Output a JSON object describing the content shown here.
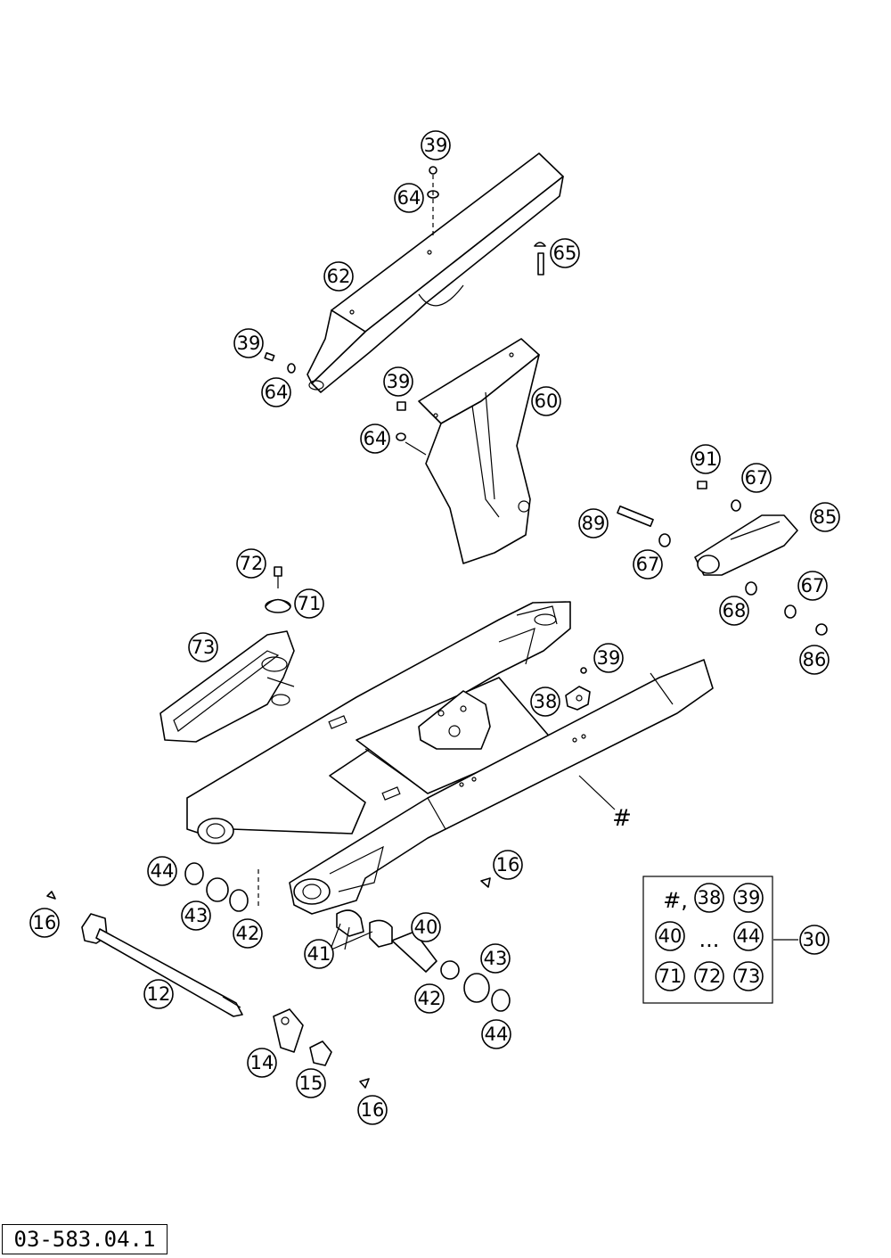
{
  "diagram_ref": "03-583.04.1",
  "swingarm_mark": "#",
  "kit": {
    "hash_label": "#,",
    "ellipsis": "...",
    "callout": "30",
    "items": [
      "38",
      "39",
      "40",
      "44",
      "71",
      "72",
      "73"
    ]
  },
  "callouts": [
    {
      "id": "c39-top",
      "label": "39"
    },
    {
      "id": "c64-top",
      "label": "64"
    },
    {
      "id": "c65",
      "label": "65"
    },
    {
      "id": "c62",
      "label": "62"
    },
    {
      "id": "c39-left",
      "label": "39"
    },
    {
      "id": "c64-left",
      "label": "64"
    },
    {
      "id": "c39-guard",
      "label": "39"
    },
    {
      "id": "c60",
      "label": "60"
    },
    {
      "id": "c64-guard",
      "label": "64"
    },
    {
      "id": "c91",
      "label": "91"
    },
    {
      "id": "c67-top",
      "label": "67"
    },
    {
      "id": "c89",
      "label": "89"
    },
    {
      "id": "c85",
      "label": "85"
    },
    {
      "id": "c67-mid",
      "label": "67"
    },
    {
      "id": "c67-right",
      "label": "67"
    },
    {
      "id": "c68",
      "label": "68"
    },
    {
      "id": "c86",
      "label": "86"
    },
    {
      "id": "c72",
      "label": "72"
    },
    {
      "id": "c71",
      "label": "71"
    },
    {
      "id": "c73",
      "label": "73"
    },
    {
      "id": "c39-arm",
      "label": "39"
    },
    {
      "id": "c38",
      "label": "38"
    },
    {
      "id": "c44-left",
      "label": "44"
    },
    {
      "id": "c43-left",
      "label": "43"
    },
    {
      "id": "c42-left",
      "label": "42"
    },
    {
      "id": "c16-left",
      "label": "16"
    },
    {
      "id": "c16-right",
      "label": "16"
    },
    {
      "id": "c40",
      "label": "40"
    },
    {
      "id": "c41",
      "label": "41"
    },
    {
      "id": "c43-right",
      "label": "43"
    },
    {
      "id": "c42-right",
      "label": "42"
    },
    {
      "id": "c44-right",
      "label": "44"
    },
    {
      "id": "c12",
      "label": "12"
    },
    {
      "id": "c14",
      "label": "14"
    },
    {
      "id": "c15",
      "label": "15"
    },
    {
      "id": "c16-bottom",
      "label": "16"
    }
  ]
}
